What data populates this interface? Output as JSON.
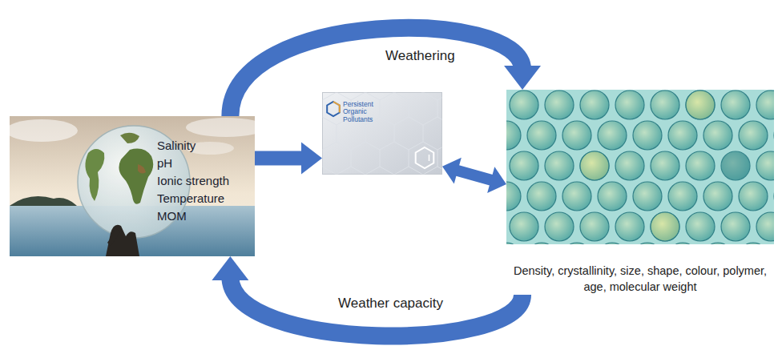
{
  "diagram": {
    "nodes": [
      {
        "text": [
          "Salinity",
          "pH",
          "Ionic strength",
          "Temperature",
          "MOM"
        ]
      },
      {
        "text": [
          "Persistent Organic Pollutants"
        ]
      },
      {
        "text": [
          "Density, crystallinity, size, shape, colour, polymer, age, molecular weight"
        ]
      }
    ],
    "edges": [
      {
        "from": 0,
        "to": 2,
        "arrow": "to",
        "label": "Weathering"
      },
      {
        "from": 2,
        "to": 0,
        "arrow": "to",
        "label": "Weather capacity"
      },
      {
        "from": 0,
        "to": 1,
        "arrow": "to"
      },
      {
        "from": 1,
        "to": 2,
        "arrow": "both"
      }
    ]
  }
}
